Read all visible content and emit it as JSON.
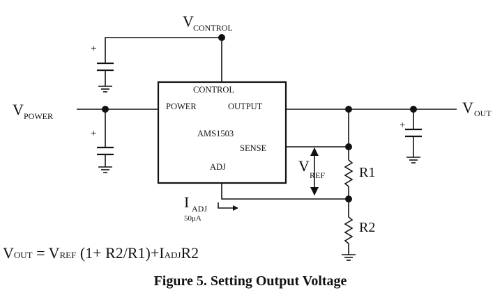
{
  "labels": {
    "vcontrol": {
      "main": "V",
      "sub": "CONTROL"
    },
    "vpower": {
      "main": "V",
      "sub": "POWER"
    },
    "vout": {
      "main": "V",
      "sub": "OUT"
    },
    "vref": {
      "main": "V",
      "sub": "REF"
    },
    "iadj": {
      "main": "I",
      "sub": "ADJ",
      "value": "50μA"
    },
    "r1": "R1",
    "r2": "R2"
  },
  "ic": {
    "name": "AMS1503",
    "pins": {
      "control": "CONTROL",
      "power": "POWER",
      "output": "OUTPUT",
      "sense": "SENSE",
      "adj": "ADJ"
    }
  },
  "capacitor_polarity": "+",
  "formula": {
    "vout": {
      "main": "V",
      "sub": "OUT"
    },
    "eq": " = ",
    "vref": {
      "main": "V",
      "sub": "REF"
    },
    "mid": " (1+ R2/R1)+",
    "iadj": {
      "main": "I",
      "sub": "ADJ"
    },
    "tail": "R2"
  },
  "caption": "Figure 5. Setting Output Voltage"
}
